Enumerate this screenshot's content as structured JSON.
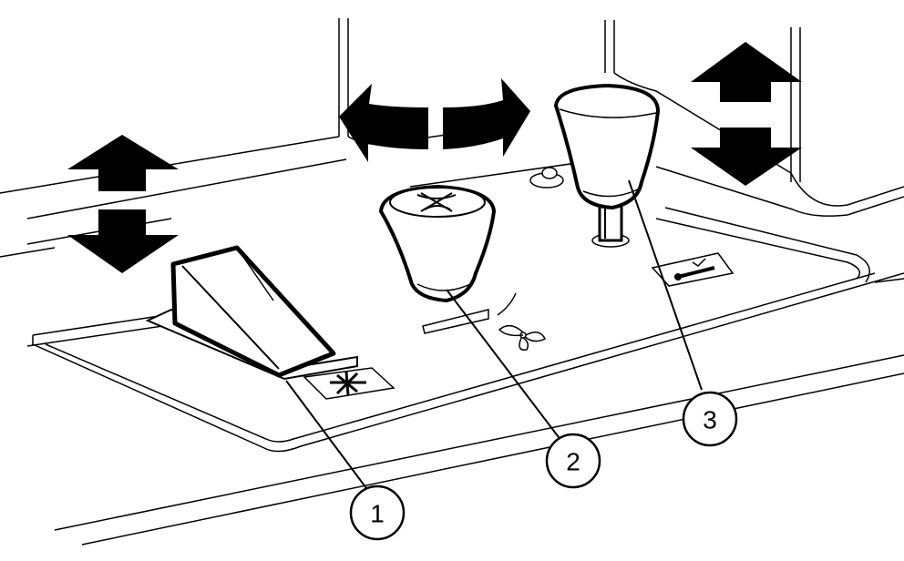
{
  "callouts": [
    {
      "number": "1",
      "target": "rocker-switch"
    },
    {
      "number": "2",
      "target": "rotary-knob"
    },
    {
      "number": "3",
      "target": "lever-knob"
    }
  ],
  "icons": {
    "rocker_switch_symbol": "fan-grid-icon",
    "rotary_knob_top": "cross-cap-icon",
    "fan_symbol": "fan-icon",
    "lever_label": "thermometer-icon"
  },
  "motion_arrows": [
    {
      "name": "updown-arrow-left",
      "direction": "up-down"
    },
    {
      "name": "rotate-arrow-center",
      "direction": "rotate-left-right"
    },
    {
      "name": "updown-arrow-right",
      "direction": "up-down"
    }
  ],
  "colors": {
    "ink": "#000000",
    "paper": "#ffffff"
  }
}
